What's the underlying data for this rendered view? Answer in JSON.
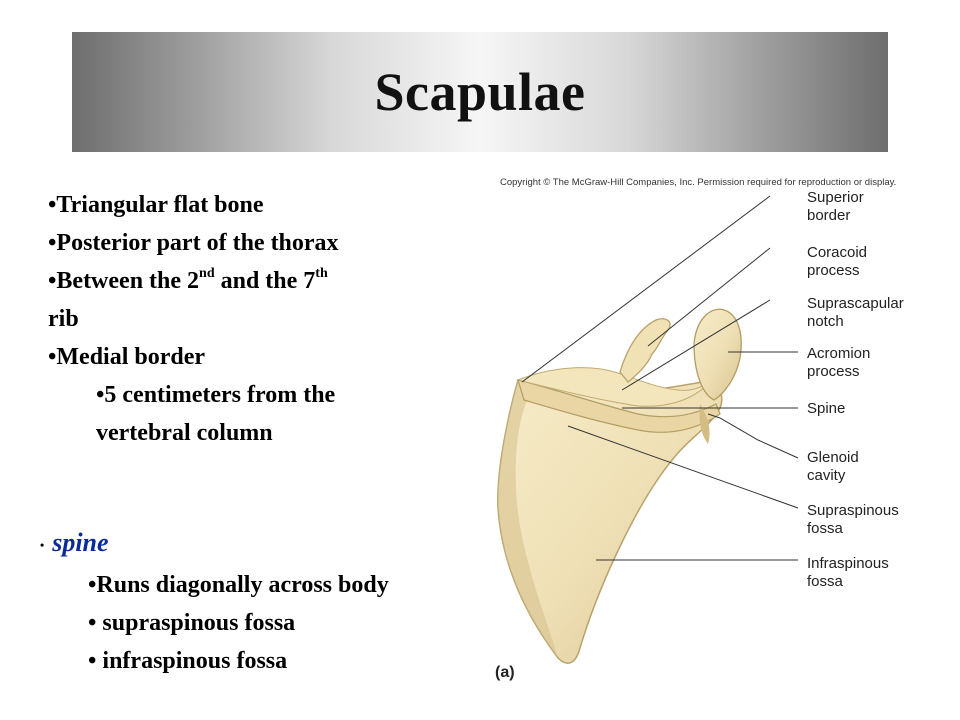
{
  "slide": {
    "title": "Scapulae"
  },
  "bullets": {
    "b1": "•Triangular flat bone",
    "b2": "•Posterior part of the thorax",
    "b3_pre": "•Between the 2",
    "b3_sup1": "nd",
    "b3_mid": " and the 7",
    "b3_sup2": "th",
    "b3_cont": "rib",
    "b4": "•Medial border",
    "b4_sub1": "•5 centimeters from the",
    "b4_sub2": "vertebral column"
  },
  "spine": {
    "bullet": "•",
    "heading": "spine",
    "items": [
      "•Runs diagonally across body",
      "• supraspinous fossa",
      "• infraspinous fossa"
    ]
  },
  "figure": {
    "copyright": "Copyright © The McGraw-Hill Companies, Inc. Permission required for reproduction or display.",
    "labels": {
      "superior_border": "Superior\nborder",
      "coracoid_process": "Coracoid\nprocess",
      "suprascapular_notch": "Suprascapular\nnotch",
      "acromion_process": "Acromion\nprocess",
      "spine": "Spine",
      "glenoid_cavity": "Glenoid\ncavity",
      "supraspinous_fossa": "Supraspinous\nfossa",
      "infraspinous_fossa": "Infraspinous\nfossa"
    },
    "tag": "(a)",
    "colors": {
      "bone": "#efe0b6",
      "bone_shadow": "#d8c48e",
      "leader_line": "#333333"
    }
  }
}
